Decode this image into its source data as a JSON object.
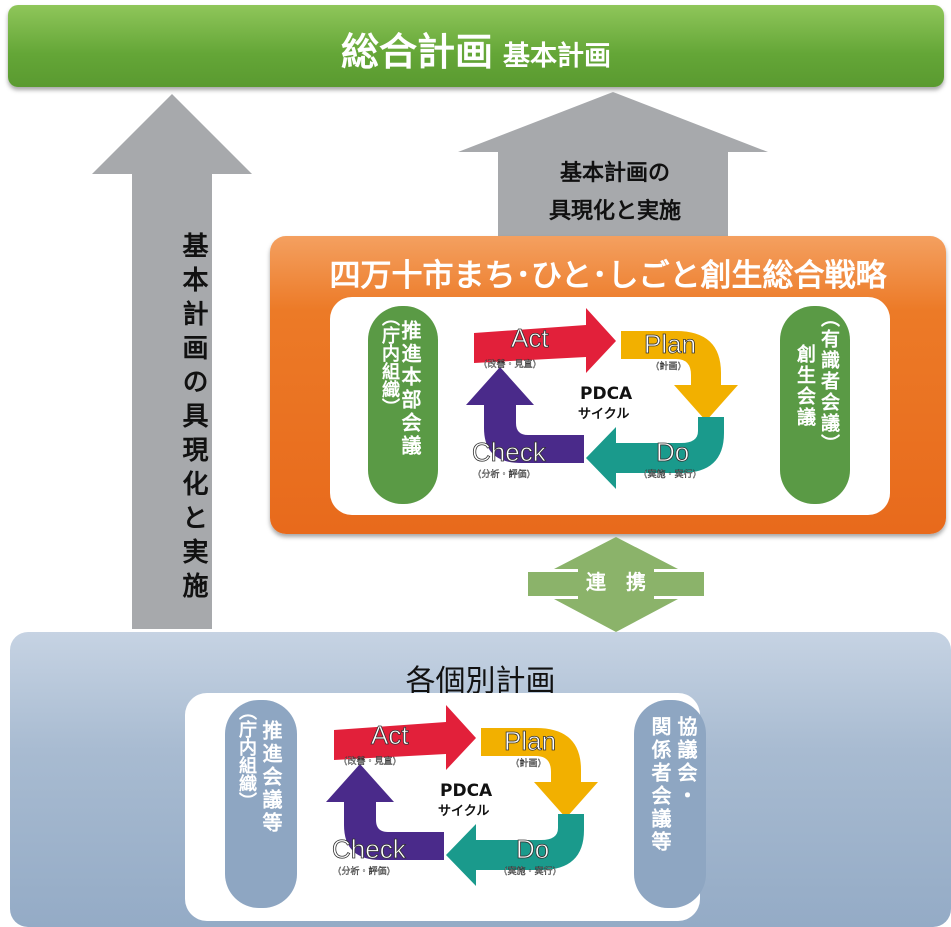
{
  "top_banner": {
    "title": "総合計画",
    "subtitle": "基本計画"
  },
  "left_arrow": {
    "text": "基本計画の具現化と実施"
  },
  "upper_arrow": {
    "line1": "基本計画の",
    "line2": "具現化と実施"
  },
  "strategy": {
    "title": "四万十市まち･ひと･しごと創生総合戦略",
    "left_pill": {
      "main": "推進本部会議",
      "sub": "（庁内組織）"
    },
    "right_pill": {
      "main": "（有識者会議）",
      "sub": "創生会議"
    }
  },
  "link_arrow": {
    "text": "連　携"
  },
  "plans": {
    "title": "各個別計画",
    "left_pill": {
      "main": "推進会議等",
      "sub": "（庁内組織）"
    },
    "right_pill": {
      "main": "協議会・",
      "sub": "関係者会議等"
    }
  },
  "pdca": {
    "center_line1": "PDCA",
    "center_line2": "サイクル",
    "act": "Act",
    "act_sub": "(改善・見直)",
    "plan": "Plan",
    "plan_sub": "(計画)",
    "do": "Do",
    "do_sub": "(実施・実行)",
    "check": "Check",
    "check_sub": "(分析・評価)",
    "colors": {
      "act": "#e2203a",
      "plan": "#f2b000",
      "do": "#1a9a8c",
      "check": "#4a2a8a"
    }
  }
}
